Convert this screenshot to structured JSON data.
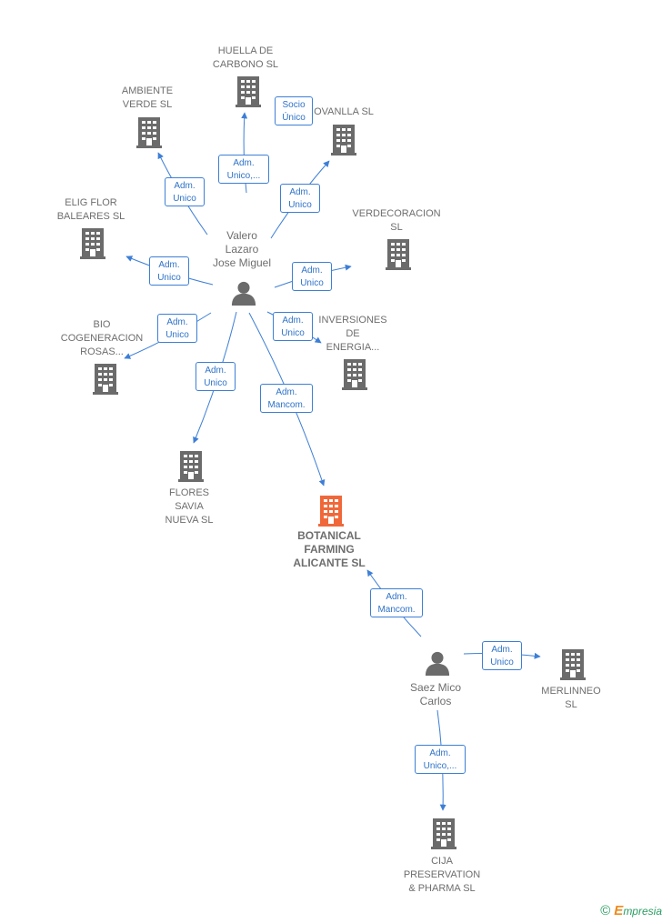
{
  "people": [
    {
      "id": "valero",
      "name": "Valero\nLazaro\nJose Miguel"
    },
    {
      "id": "saez",
      "name": "Saez Mico\nCarlos"
    }
  ],
  "companies": [
    {
      "id": "huella",
      "name": "HUELLA DE\nCARBONO  SL",
      "highlight": false
    },
    {
      "id": "ambiente",
      "name": "AMBIENTE\nVERDE  SL",
      "highlight": false
    },
    {
      "id": "ovanlla",
      "name": "OVANLLA  SL",
      "highlight": false
    },
    {
      "id": "elig",
      "name": "ELIG FLOR\nBALEARES SL",
      "highlight": false
    },
    {
      "id": "verdecoracion",
      "name": "VERDECORACION\nSL",
      "highlight": false
    },
    {
      "id": "bio",
      "name": "BIO\nCOGENERACION\nROSAS...",
      "highlight": false
    },
    {
      "id": "inversiones",
      "name": "INVERSIONES\nDE\nENERGIA...",
      "highlight": false
    },
    {
      "id": "flores",
      "name": "FLORES\nSAVIA\nNUEVA SL",
      "highlight": false
    },
    {
      "id": "botanical",
      "name": "BOTANICAL\nFARMING\nALICANTE  SL",
      "highlight": true
    },
    {
      "id": "merlinneo",
      "name": "MERLINNEO\nSL",
      "highlight": false
    },
    {
      "id": "cija",
      "name": "CIJA\nPRESERVATION\n& PHARMA  SL",
      "highlight": false
    }
  ],
  "relations": [
    {
      "from": "valero",
      "to": "huella",
      "label": "Adm.\nUnico,..."
    },
    {
      "from": "valero",
      "to": "huella",
      "label": "Socio\nÚnico"
    },
    {
      "from": "valero",
      "to": "ambiente",
      "label": "Adm.\nUnico"
    },
    {
      "from": "valero",
      "to": "ovanlla",
      "label": "Adm.\nUnico"
    },
    {
      "from": "valero",
      "to": "elig",
      "label": "Adm.\nUnico"
    },
    {
      "from": "valero",
      "to": "verdecoracion",
      "label": "Adm.\nUnico"
    },
    {
      "from": "valero",
      "to": "bio",
      "label": "Adm.\nUnico"
    },
    {
      "from": "valero",
      "to": "inversiones",
      "label": "Adm.\nUnico"
    },
    {
      "from": "valero",
      "to": "flores",
      "label": "Adm.\nUnico"
    },
    {
      "from": "valero",
      "to": "botanical",
      "label": "Adm.\nMancom."
    },
    {
      "from": "saez",
      "to": "botanical",
      "label": "Adm.\nMancom."
    },
    {
      "from": "saez",
      "to": "merlinneo",
      "label": "Adm.\nUnico"
    },
    {
      "from": "saez",
      "to": "cija",
      "label": "Adm.\nUnico,..."
    }
  ],
  "colors": {
    "edge": "#3d7fd6",
    "building": "#6b6b6b",
    "highlight": "#f0683a",
    "person": "#6b6b6b"
  },
  "footer": {
    "copyright": "©",
    "brand_initial": "E",
    "brand_rest": "mpresia"
  }
}
